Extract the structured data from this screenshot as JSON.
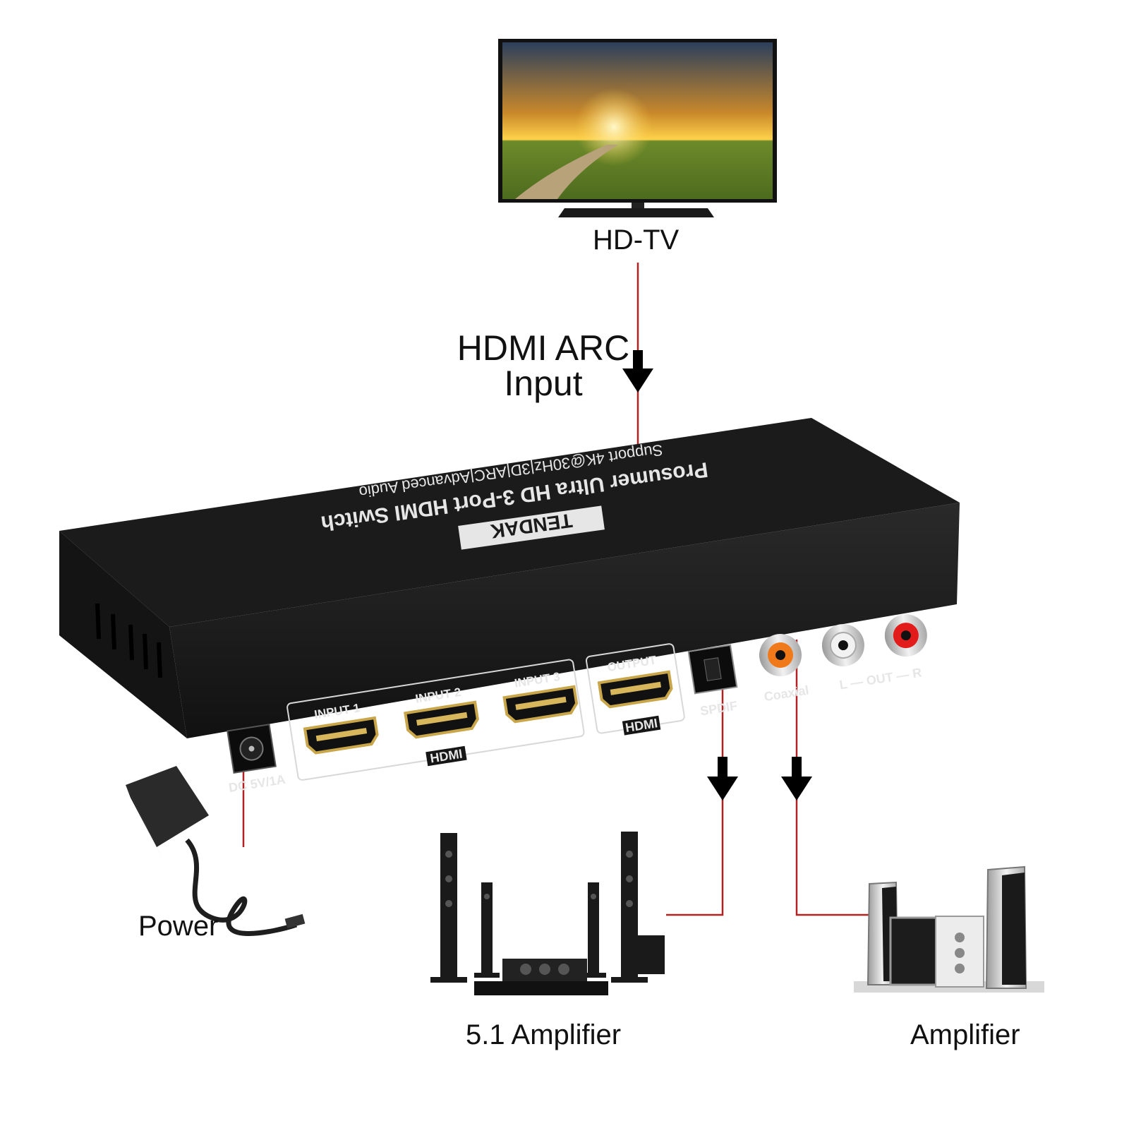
{
  "labels": {
    "tv": "HD-TV",
    "arc_line1": "HDMI ARC",
    "arc_line2": "Input",
    "power": "Power",
    "amp51": "5.1 Amplifier",
    "amp": "Amplifier"
  },
  "device": {
    "title": "Prosumer Ultra HD 3-Port HDMI Switch",
    "subtitle": "Support 4K@30Hz|3D|ARC|Advanced Audio",
    "brand": "TENDAK",
    "ports": {
      "dc": "DC 5V/1A",
      "input1": "INPUT 1",
      "input2": "INPUT 2",
      "input3": "INPUT 3",
      "hdmi_group": "HDMI",
      "output": "OUTPUT",
      "output_hdmi": "HDMI",
      "spdif": "SPDIF",
      "coaxial": "Coaxial",
      "audio_out": "L — OUT — R"
    }
  },
  "colors": {
    "wire": "#b22222",
    "arrow": "#000000",
    "device_body": "#1c1c1c",
    "rca_red": "#e21b1b",
    "rca_white": "#f2f2f2",
    "rca_orange": "#f07a1a"
  }
}
